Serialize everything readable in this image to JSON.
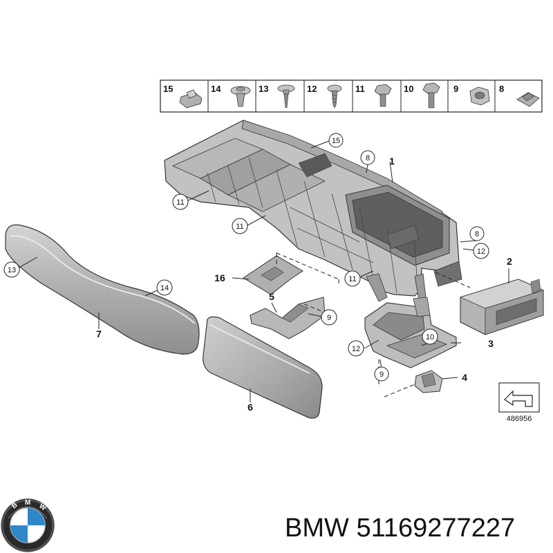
{
  "parts_panel": {
    "items": [
      {
        "num": "15",
        "icon": "clip-icon"
      },
      {
        "num": "14",
        "icon": "push-rivet-icon"
      },
      {
        "num": "13",
        "icon": "collar-screw-icon"
      },
      {
        "num": "12",
        "icon": "self-tapping-screw-icon"
      },
      {
        "num": "11",
        "icon": "hex-bolt-icon"
      },
      {
        "num": "10",
        "icon": "hex-bolt-long-icon"
      },
      {
        "num": "9",
        "icon": "hex-nut-icon"
      },
      {
        "num": "8",
        "icon": "speed-nut-icon"
      }
    ]
  },
  "callouts": {
    "c15_top": "15",
    "c8_top": "8",
    "c1": "1",
    "c11_left": "11",
    "c11_mid": "11",
    "c8_right": "8",
    "c12_right": "12",
    "c2": "2",
    "c13_trim": "13",
    "c14_trim": "14",
    "c16": "16",
    "c11_low": "11",
    "c5": "5",
    "c9_bracket": "9",
    "c7": "7",
    "c10": "10",
    "c3": "3",
    "c12_low": "12",
    "c9_low": "9",
    "c4": "4",
    "c6": "6"
  },
  "diagram_id": "486956",
  "brand_logo_icon": "bmw-roundel-icon",
  "caption": {
    "brand": "BMW",
    "part_number": "51169277227"
  }
}
